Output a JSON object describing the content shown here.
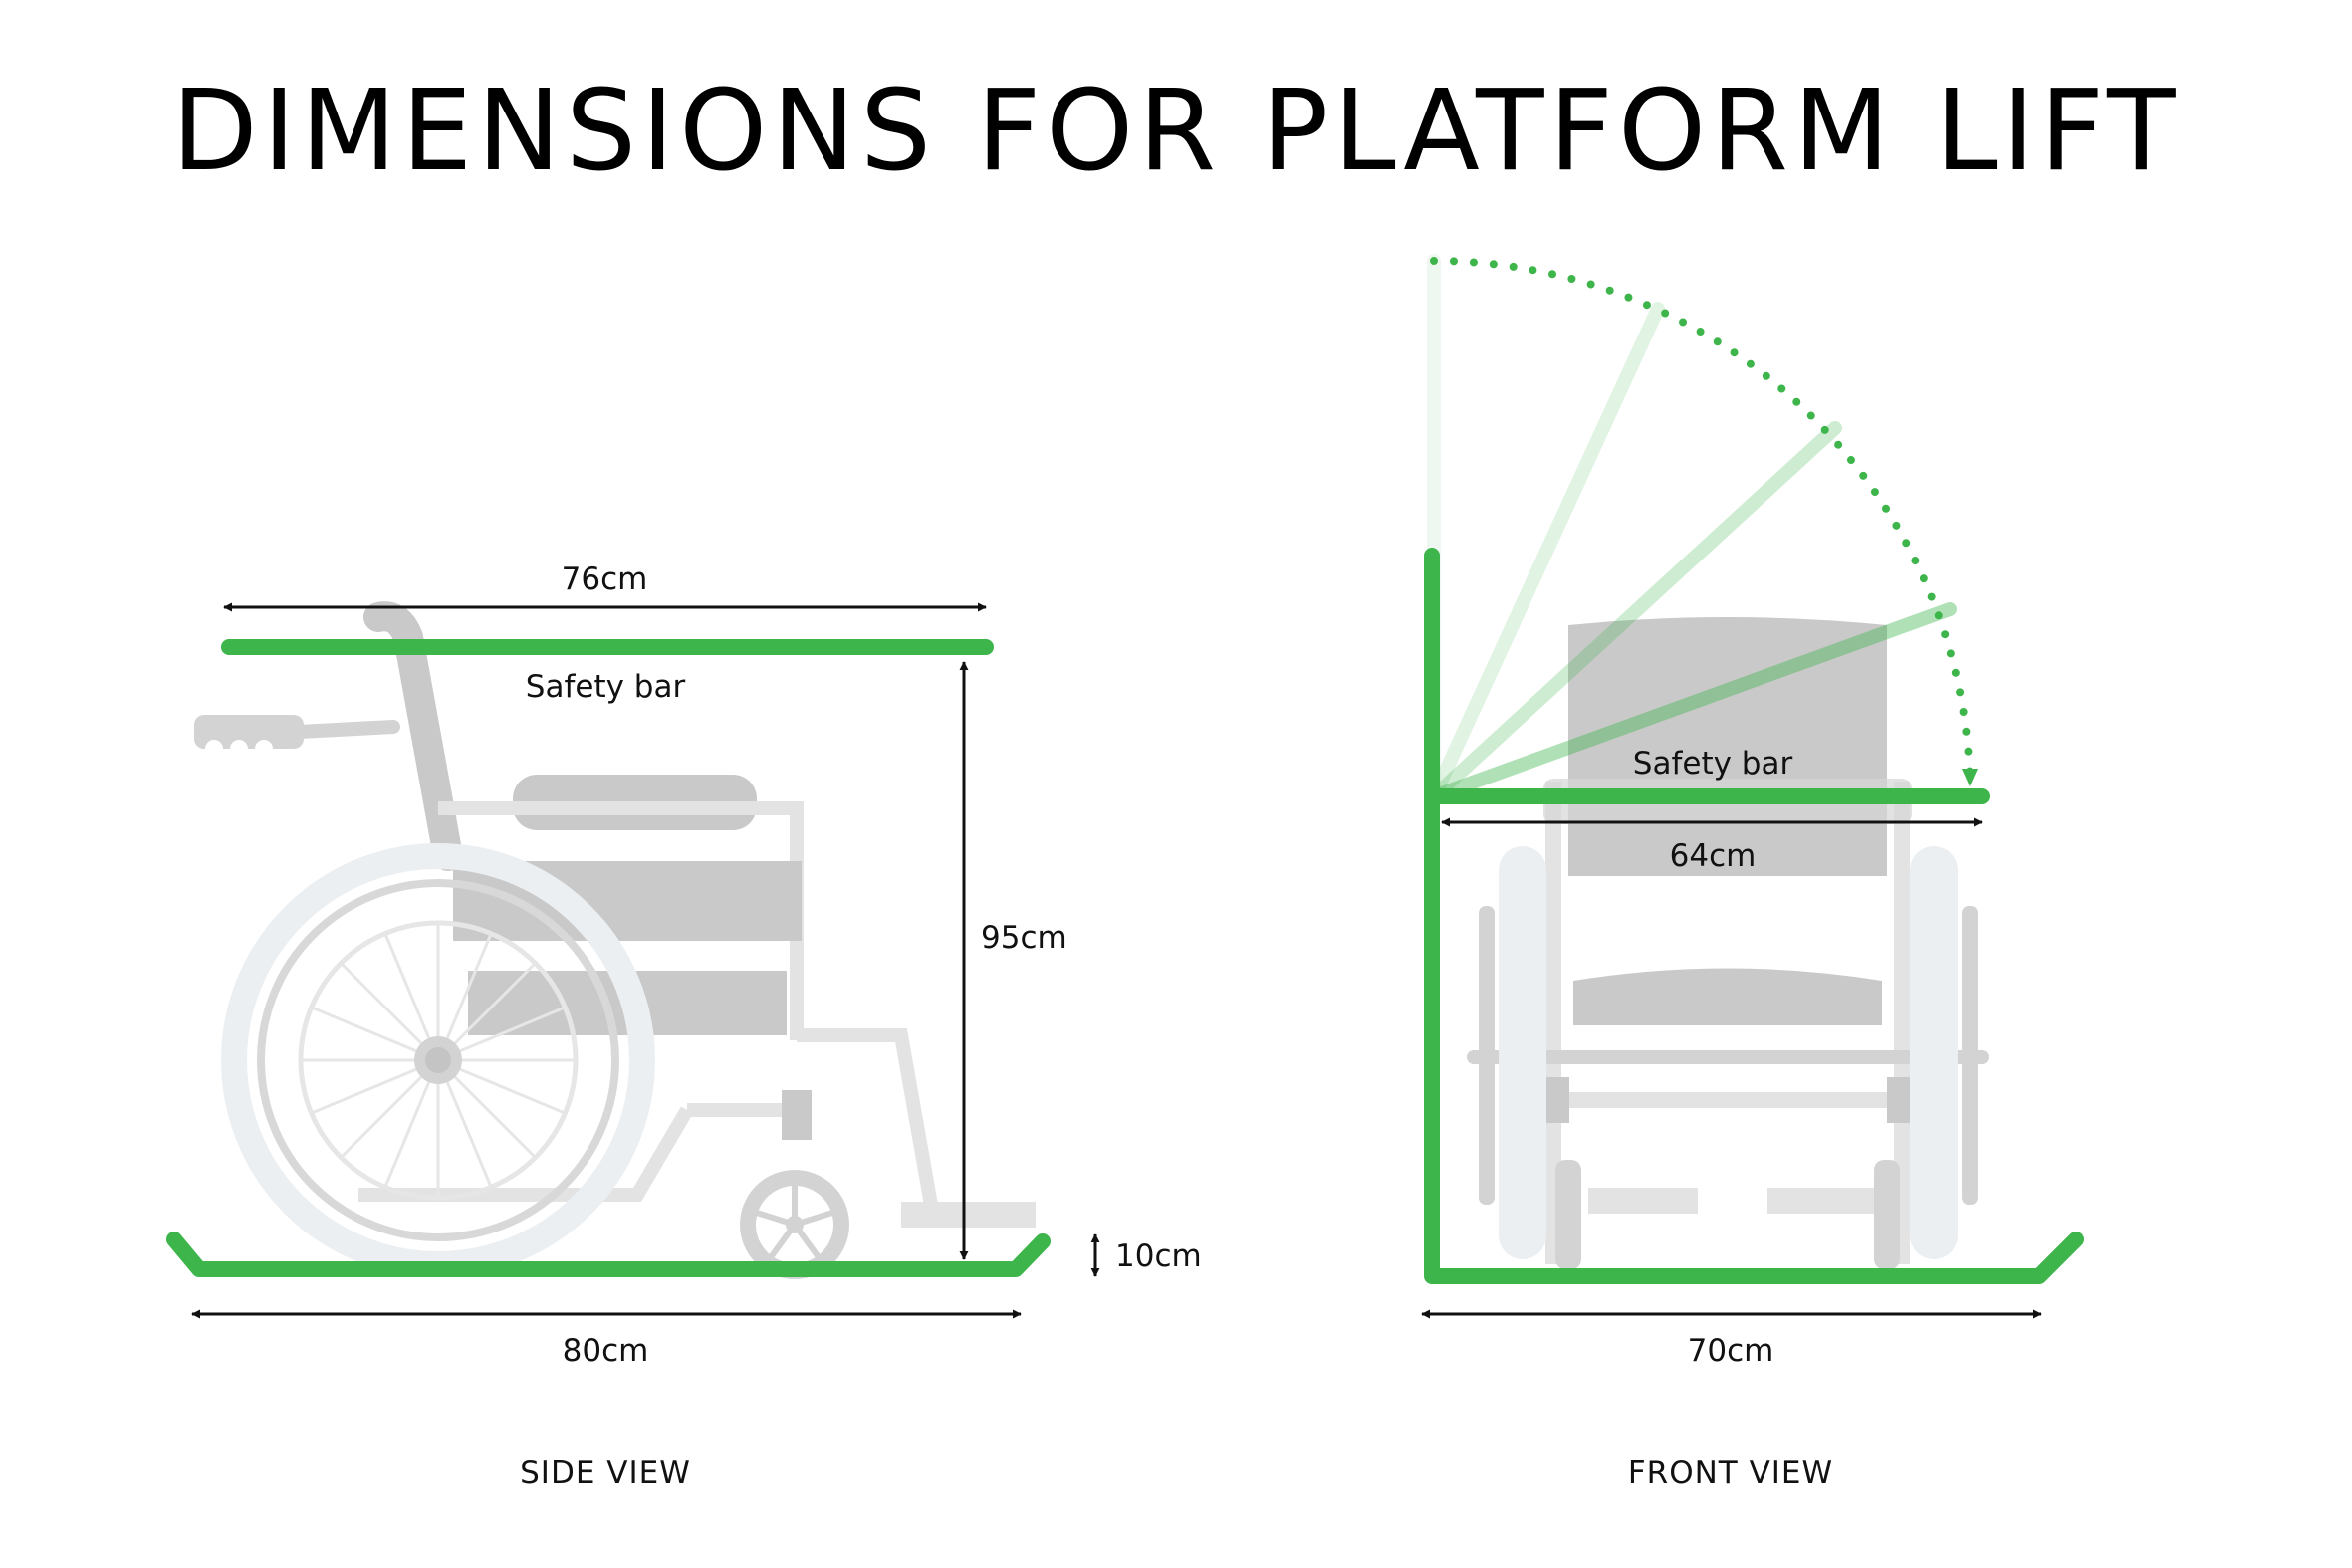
{
  "title": "DIMENSIONS FOR PLATFORM LIFT",
  "colors": {
    "accent": "#3db54a",
    "accent_light": "#cfeccf",
    "chair_gray": "#c9c9c9",
    "chair_light": "#e3e3e3",
    "wheel_light": "#eceff2",
    "text": "#111111"
  },
  "side_view": {
    "caption": "SIDE VIEW",
    "safety_bar_label": "Safety bar",
    "bar_width_label": "76cm",
    "height_label": "95cm",
    "platform_width_label": "80cm",
    "ramp_height_label": "10cm"
  },
  "front_view": {
    "caption": "FRONT VIEW",
    "safety_bar_label": "Safety bar",
    "bar_width_label": "64cm",
    "platform_width_label": "70cm"
  }
}
